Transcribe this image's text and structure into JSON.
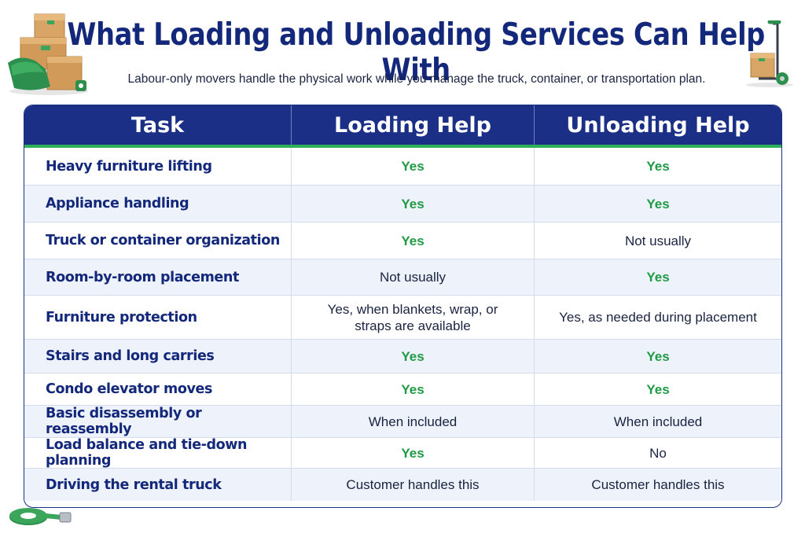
{
  "page": {
    "title": "What Loading and Unloading Services Can Help With",
    "subtitle": "Labour-only movers handle the physical work while you manage the truck, container, or transportation plan."
  },
  "table": {
    "headers": [
      "Task",
      "Loading Help",
      "Unloading Help"
    ],
    "rows": [
      {
        "task": "Heavy furniture lifting",
        "loading": "Yes",
        "unloading": "Yes"
      },
      {
        "task": "Appliance handling",
        "loading": "Yes",
        "unloading": "Yes"
      },
      {
        "task": "Truck or container organization",
        "loading": "Yes",
        "unloading": "Not usually"
      },
      {
        "task": "Room-by-room placement",
        "loading": "Not usually",
        "unloading": "Yes"
      },
      {
        "task": "Furniture protection",
        "loading": "Yes, when blankets, wrap, or straps are available",
        "unloading": "Yes, as needed during placement"
      },
      {
        "task": "Stairs and long carries",
        "loading": "Yes",
        "unloading": "Yes"
      },
      {
        "task": "Condo elevator moves",
        "loading": "Yes",
        "unloading": "Yes"
      },
      {
        "task": "Basic disassembly or reassembly",
        "loading": "When included",
        "unloading": "When included"
      },
      {
        "task": "Load balance and tie-down planning",
        "loading": "Yes",
        "unloading": "No"
      },
      {
        "task": "Driving the rental truck",
        "loading": "Customer handles this",
        "unloading": "Customer handles this"
      }
    ]
  },
  "colors": {
    "navy": "#1b2f86",
    "title": "#13287a",
    "green": "#1f9a45",
    "accent_green": "#2eb05a",
    "row_alt": "#eef2fa"
  },
  "icons": [
    "moving-boxes-icon",
    "hand-truck-icon",
    "tie-down-strap-icon"
  ]
}
